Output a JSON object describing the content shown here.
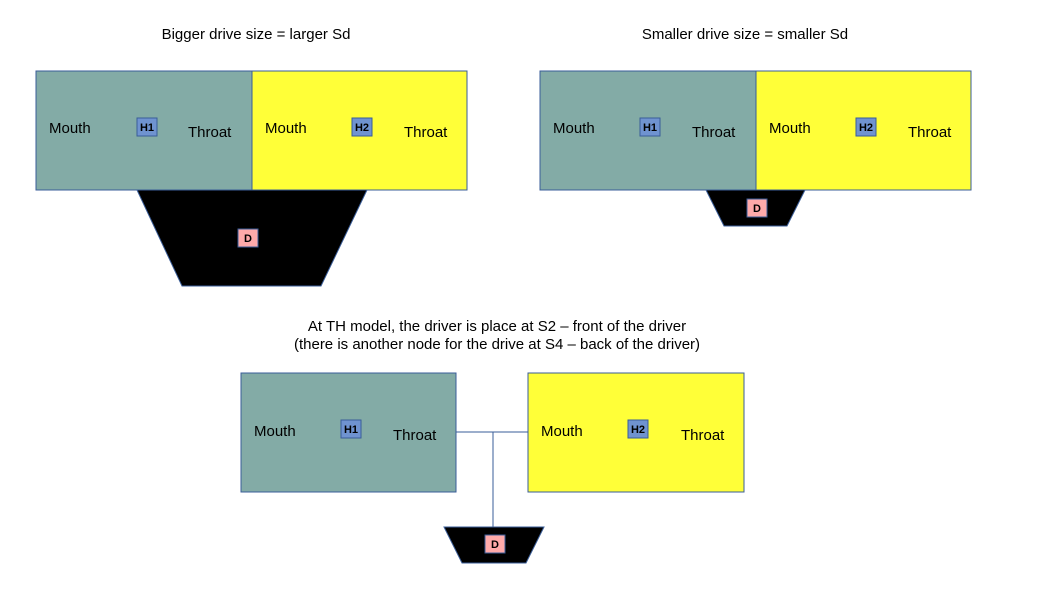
{
  "colors": {
    "horn1": "#83aba6",
    "horn2": "#ffff38",
    "driver": "#000000",
    "horn_tag": "#6f93d0",
    "driver_tag": "#ffaaaa",
    "border": "#3a5d98"
  },
  "left_panel": {
    "caption": "Bigger drive size = larger Sd",
    "h1": {
      "mouth": "Mouth",
      "tag": "H1",
      "throat": "Throat"
    },
    "h2": {
      "mouth": "Mouth",
      "tag": "H2",
      "throat": "Throat"
    },
    "driver_tag": "D"
  },
  "right_panel": {
    "caption": "Smaller drive size = smaller Sd",
    "h1": {
      "mouth": "Mouth",
      "tag": "H1",
      "throat": "Throat"
    },
    "h2": {
      "mouth": "Mouth",
      "tag": "H2",
      "throat": "Throat"
    },
    "driver_tag": "D"
  },
  "bottom_panel": {
    "caption_line1": "At TH model, the driver is place at S2 – front of the driver",
    "caption_line2": "(there is another node for the drive at S4 – back of the driver)",
    "h1": {
      "mouth": "Mouth",
      "tag": "H1",
      "throat": "Throat"
    },
    "h2": {
      "mouth": "Mouth",
      "tag": "H2",
      "throat": "Throat"
    },
    "driver_tag": "D"
  }
}
